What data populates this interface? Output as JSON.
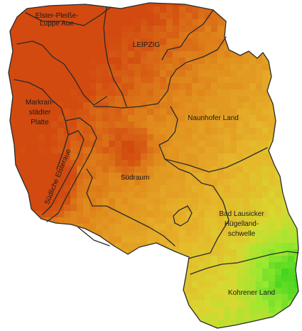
{
  "map": {
    "regions": [
      {
        "key": "elster",
        "lines": [
          "Elster-Pleiße-",
          "Luppe Aue"
        ]
      },
      {
        "key": "leipzig",
        "lines": [
          "LEIPZIG"
        ]
      },
      {
        "key": "markranstaedt",
        "lines": [
          "Markran-",
          "städter",
          "Platte"
        ]
      },
      {
        "key": "naunhof",
        "lines": [
          "Naunhofer Land"
        ]
      },
      {
        "key": "suedraum",
        "lines": [
          "Südraum"
        ]
      },
      {
        "key": "suedl_elsteraue",
        "lines": [
          "Südliche Elsteraue"
        ]
      },
      {
        "key": "badlausick",
        "lines": [
          "Bad Lausicker",
          "Hügelland-",
          "schwelle"
        ]
      },
      {
        "key": "kohren",
        "lines": [
          "Kohrener Land"
        ]
      }
    ],
    "colors": {
      "hot": "#d24a10",
      "warm": "#e08a1c",
      "mid": "#e6b42a",
      "yellow": "#d8d830",
      "lightgreen": "#9ce830",
      "green": "#2ed01a"
    }
  }
}
